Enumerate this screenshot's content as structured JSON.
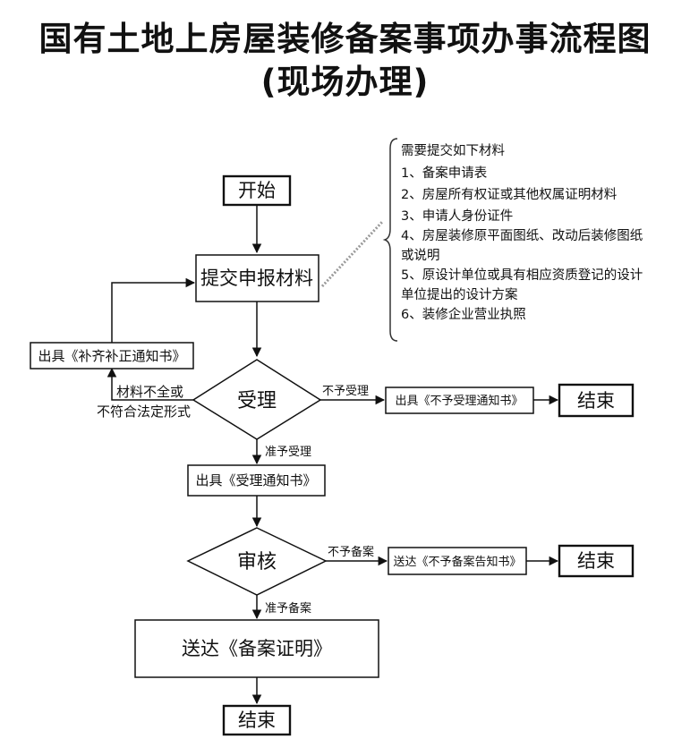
{
  "title": {
    "line1": "国有土地上房屋装修备案事项办事流程图",
    "line2": "(现场办理)"
  },
  "nodes": {
    "start": "开始",
    "submit": "提交申报材料",
    "supplement_notice": "出具《补齐补正通知书》",
    "accept_decision": "受理",
    "reject_accept_notice": "出具《不予受理通知书》",
    "end_after_reject_accept": "结束",
    "accept_notice": "出具《受理通知书》",
    "review_decision": "审核",
    "reject_filing_notice": "送达《不予备案告知书》",
    "end_after_reject_filing": "结束",
    "filing_certificate": "送达《备案证明》",
    "end_final": "结束"
  },
  "edge_labels": {
    "incomplete_line1": "材料不全或",
    "incomplete_line2": "不符合法定形式",
    "not_accepted": "不予受理",
    "accepted": "准予受理",
    "not_filed": "不予备案",
    "filed": "准予备案"
  },
  "materials": {
    "heading": "需要提交如下材料",
    "items": [
      "1、备案申请表",
      "2、房屋所有权证或其他权属证明材料",
      "3、申请人身份证件",
      "4、房屋装修原平面图纸、改动后装修图纸",
      "或说明",
      "5、原设计单位或具有相应资质登记的设计",
      "单位提出的设计方案",
      "6、装修企业营业执照"
    ]
  }
}
